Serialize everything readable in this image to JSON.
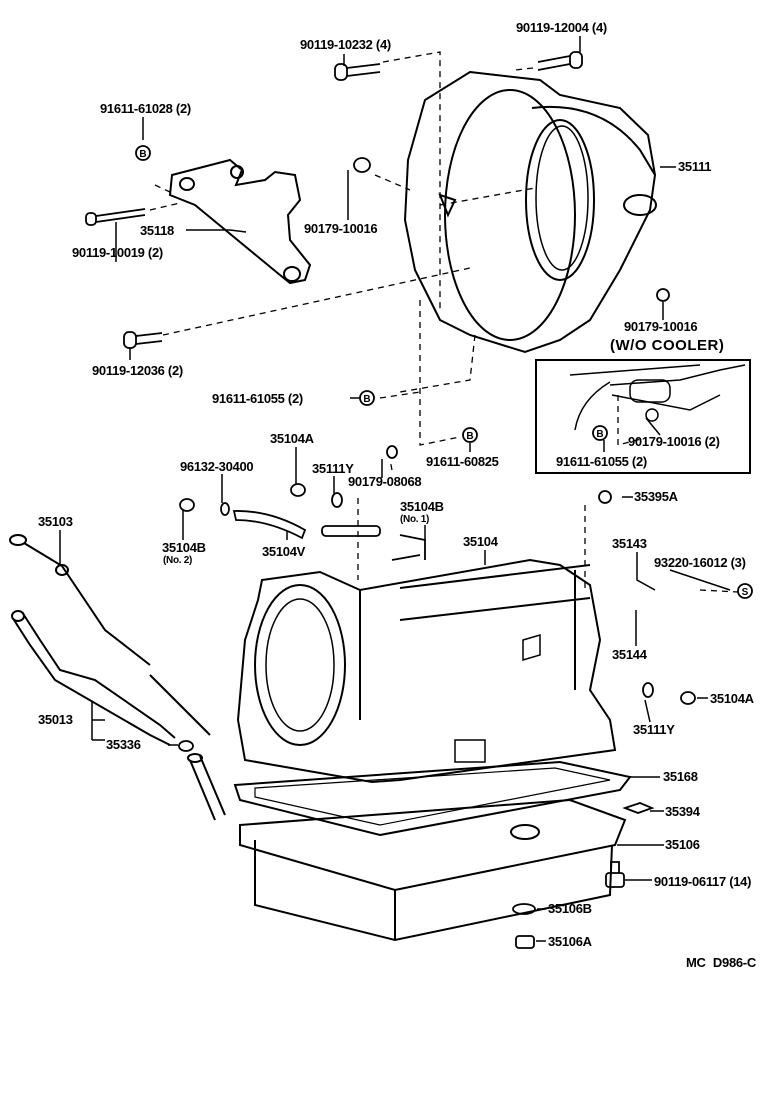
{
  "diagram": {
    "drawing_code": "MC  D986-C",
    "callouts": [
      {
        "id": "c1",
        "text": "90119-10232 (4)"
      },
      {
        "id": "c2",
        "text": "90119-12004 (4)"
      },
      {
        "id": "c3",
        "text": "91611-61028 (2)"
      },
      {
        "id": "c4",
        "text": "35111"
      },
      {
        "id": "c5",
        "text": "90179-10016"
      },
      {
        "id": "c6",
        "text": "35118"
      },
      {
        "id": "c7",
        "text": "90119-10019 (2)"
      },
      {
        "id": "c8",
        "text": "90179-10016"
      },
      {
        "id": "c9",
        "text": "(W/O COOLER)"
      },
      {
        "id": "c10",
        "text": "90119-12036 (2)"
      },
      {
        "id": "c11",
        "text": "91611-61055 (2)"
      },
      {
        "id": "c12",
        "text": "35104A"
      },
      {
        "id": "c13",
        "text": "91611-60825"
      },
      {
        "id": "c14",
        "text": "90179-10016 (2)"
      },
      {
        "id": "c15",
        "text": "91611-61055 (2)"
      },
      {
        "id": "c16",
        "text": "96132-30400"
      },
      {
        "id": "c17",
        "text": "35111Y"
      },
      {
        "id": "c18",
        "text": "90179-08068"
      },
      {
        "id": "c19",
        "text": "35104B"
      },
      {
        "id": "c20",
        "text": "(No. 1)"
      },
      {
        "id": "c21",
        "text": "35395A"
      },
      {
        "id": "c22",
        "text": "35103"
      },
      {
        "id": "c23",
        "text": "35104"
      },
      {
        "id": "c24",
        "text": "35143"
      },
      {
        "id": "c25",
        "text": "93220-16012 (3)"
      },
      {
        "id": "c26",
        "text": "35104B"
      },
      {
        "id": "c27",
        "text": "(No. 2)"
      },
      {
        "id": "c28",
        "text": "35104V"
      },
      {
        "id": "c29",
        "text": "35144"
      },
      {
        "id": "c30",
        "text": "35104A"
      },
      {
        "id": "c31",
        "text": "35013"
      },
      {
        "id": "c32",
        "text": "35111Y"
      },
      {
        "id": "c33",
        "text": "35336"
      },
      {
        "id": "c34",
        "text": "35168"
      },
      {
        "id": "c35",
        "text": "35394"
      },
      {
        "id": "c36",
        "text": "35106"
      },
      {
        "id": "c37",
        "text": "90119-06117 (14)"
      },
      {
        "id": "c38",
        "text": "35106B"
      },
      {
        "id": "c39",
        "text": "35106A"
      }
    ],
    "symbols": {
      "bolt_mark": "B",
      "stud_mark": "S"
    }
  }
}
